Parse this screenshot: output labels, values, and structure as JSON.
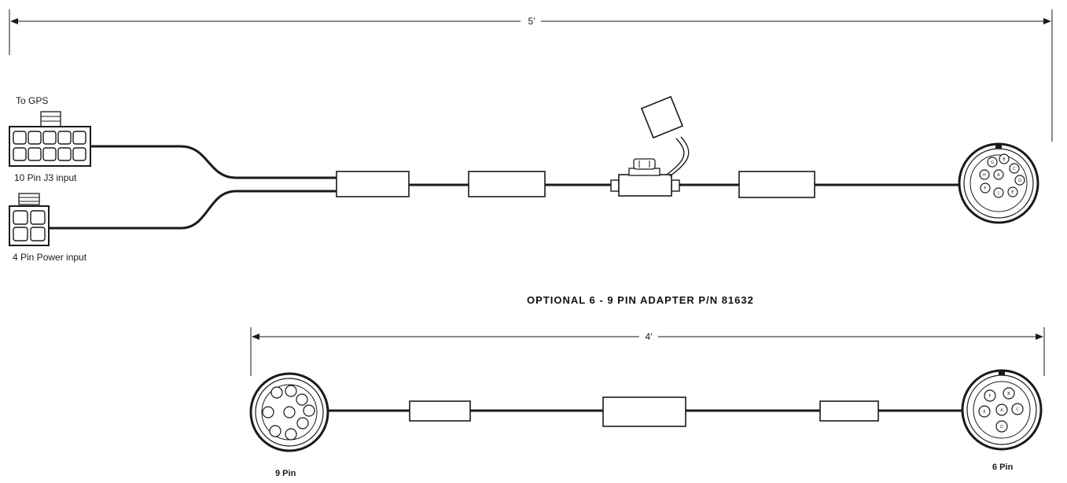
{
  "top_harness": {
    "length_label": "5'",
    "gps_label": "To GPS",
    "j3_label": "10 Pin J3 input",
    "power_label": "4 Pin Power input",
    "round_connector_pins": [
      "B",
      "C",
      "G",
      "D",
      "A",
      "H",
      "E",
      "J",
      "F"
    ]
  },
  "adapter": {
    "title": "OPTIONAL 6 - 9  PIN ADAPTER P/N 81632",
    "length_label": "4'",
    "left_label": "9 Pin",
    "right_label": "6 Pin",
    "right_connector_pins": [
      "F",
      "B",
      "A",
      "E",
      "C",
      "D"
    ]
  }
}
